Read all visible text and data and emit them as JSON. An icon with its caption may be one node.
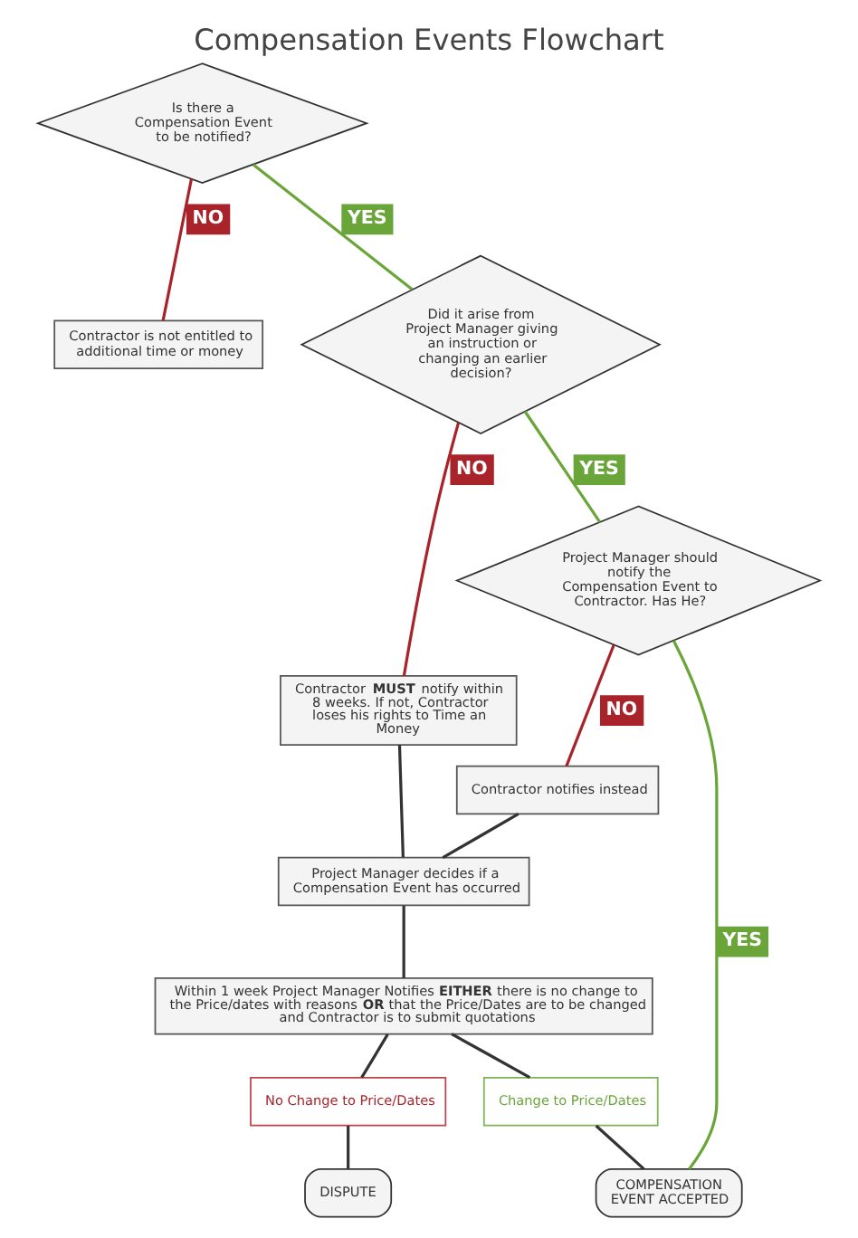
{
  "diagram": {
    "title": "Compensation Events Flowchart",
    "nodes": [
      {
        "text": [
          "Is there a Compensation Event to be notified?"
        ]
      },
      {
        "text": [
          "Contractor is not entitled to additional time or money"
        ]
      },
      {
        "text": [
          "Did it arise from Project Manager giving an instruction or changing an earlier decision?"
        ]
      },
      {
        "text": [
          "Contractor **MUST** notify within 8 weeks. If not, Contractor loses his rights to Time an Money"
        ]
      },
      {
        "text": [
          "Project Manager should notify the Compensation Event to Contractor. Has He?"
        ]
      },
      {
        "text": [
          "Contractor notifies instead"
        ]
      },
      {
        "text": [
          "Project Manager decides if a Compensation Event has occurred"
        ]
      },
      {
        "text": [
          "Within 1 week Project Manager Notifies **EITHER** there is no change to the Price/dates with reasons **OR** that the Price/Dates are to be changed and Contractor is to submit quotations"
        ]
      },
      {
        "text": [
          "No Change to Price/Dates"
        ]
      },
      {
        "text": [
          "Change to Price/Dates"
        ]
      },
      {
        "text": [
          "DISPUTE"
        ]
      },
      {
        "text": [
          "COMPENSATION EVENT ACCEPTED"
        ]
      }
    ],
    "edges": [
      {
        "from": 0,
        "to": 1,
        "arrow": "none",
        "label": "NO",
        "color": "#a8232a"
      },
      {
        "from": 0,
        "to": 2,
        "arrow": "none",
        "label": "YES",
        "color": "#6aa53a"
      },
      {
        "from": 2,
        "to": 3,
        "arrow": "none",
        "label": "NO",
        "color": "#a8232a"
      },
      {
        "from": 2,
        "to": 4,
        "arrow": "none",
        "label": "YES",
        "color": "#6aa53a"
      },
      {
        "from": 4,
        "to": 5,
        "arrow": "none",
        "label": "NO",
        "color": "#a8232a"
      },
      {
        "from": 4,
        "to": 11,
        "arrow": "none",
        "label": "YES",
        "color": "#6aa53a"
      },
      {
        "from": 3,
        "to": 6,
        "arrow": "none"
      },
      {
        "from": 5,
        "to": 6,
        "arrow": "none"
      },
      {
        "from": 6,
        "to": 7,
        "arrow": "none"
      },
      {
        "from": 7,
        "to": 8,
        "arrow": "none"
      },
      {
        "from": 7,
        "to": 9,
        "arrow": "none"
      },
      {
        "from": 8,
        "to": 10,
        "arrow": "none"
      },
      {
        "from": 9,
        "to": 11,
        "arrow": "none"
      }
    ]
  }
}
